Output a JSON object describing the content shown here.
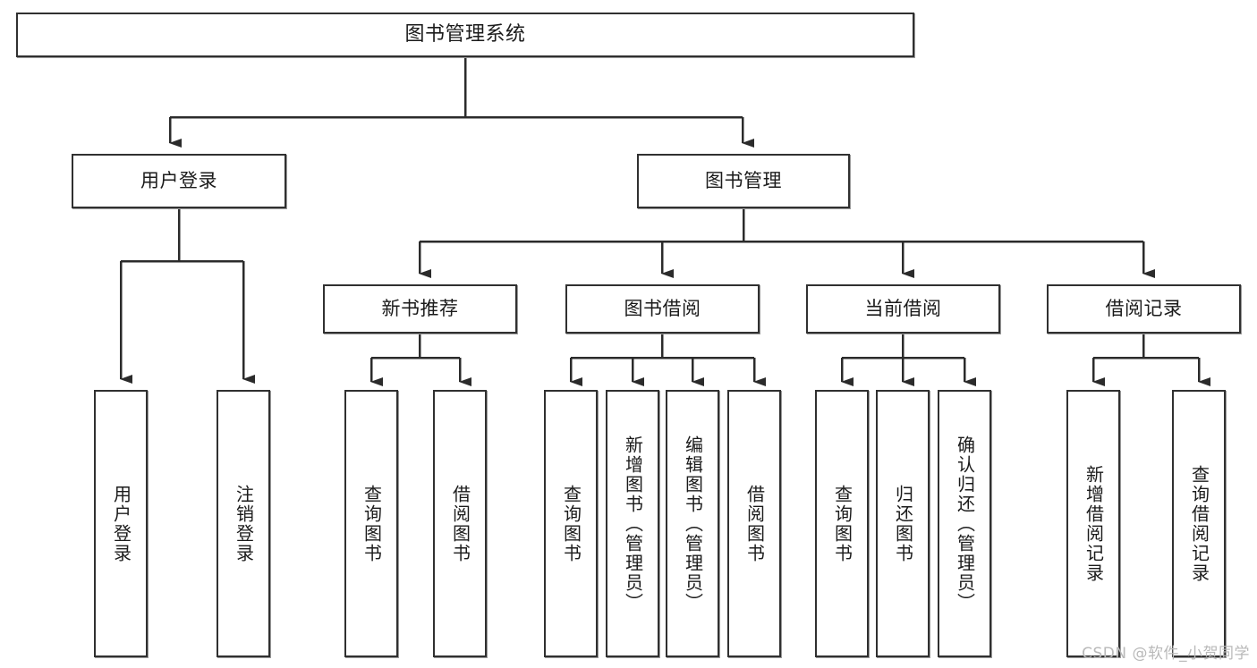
{
  "diagram": {
    "type": "tree",
    "title": "图书管理系统",
    "orientation": "top-down",
    "colors": {
      "border": "#303030",
      "fill": "#ffffff",
      "edge": "#2b2b2b",
      "watermark": "#b9b9b9"
    },
    "watermark": "CSDN @软件_小贺同学",
    "nodes": {
      "root": {
        "label": "图书管理系统"
      },
      "level2": [
        {
          "id": "user-login",
          "label": "用户登录"
        },
        {
          "id": "book-manage",
          "label": "图书管理"
        }
      ],
      "level3": [
        {
          "id": "new-book-rec",
          "label": "新书推荐",
          "parent": "book-manage"
        },
        {
          "id": "book-borrow",
          "label": "图书借阅",
          "parent": "book-manage"
        },
        {
          "id": "current-borrow",
          "label": "当前借阅",
          "parent": "book-manage"
        },
        {
          "id": "borrow-record",
          "label": "借阅记录",
          "parent": "book-manage"
        }
      ],
      "leaves": [
        {
          "id": "leaf-user-login",
          "label": "用户登录",
          "parent": "user-login"
        },
        {
          "id": "leaf-logout",
          "label": "注销登录",
          "parent": "user-login"
        },
        {
          "id": "leaf-query-book-1",
          "label": "查询图书",
          "parent": "new-book-rec"
        },
        {
          "id": "leaf-borrow-book-1",
          "label": "借阅图书",
          "parent": "new-book-rec"
        },
        {
          "id": "leaf-query-book-2",
          "label": "查询图书",
          "parent": "book-borrow"
        },
        {
          "id": "leaf-add-book",
          "label": "新增图书（管理员）",
          "parent": "book-borrow"
        },
        {
          "id": "leaf-edit-book",
          "label": "编辑图书（管理员）",
          "parent": "book-borrow"
        },
        {
          "id": "leaf-borrow-book-2",
          "label": "借阅图书",
          "parent": "book-borrow"
        },
        {
          "id": "leaf-query-book-3",
          "label": "查询图书",
          "parent": "current-borrow"
        },
        {
          "id": "leaf-return-book",
          "label": "归还图书",
          "parent": "current-borrow"
        },
        {
          "id": "leaf-confirm-return",
          "label": "确认归还（管理员）",
          "parent": "current-borrow"
        },
        {
          "id": "leaf-add-record",
          "label": "新增借阅记录",
          "parent": "borrow-record"
        },
        {
          "id": "leaf-query-record",
          "label": "查询借阅记录",
          "parent": "borrow-record"
        }
      ]
    }
  }
}
